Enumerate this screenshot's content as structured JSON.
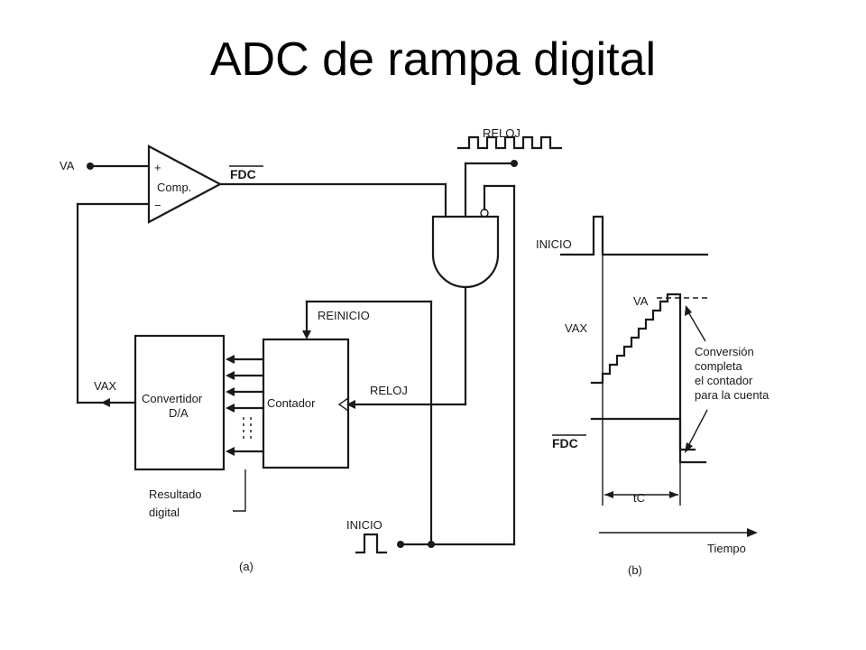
{
  "slide": {
    "title": "ADC de rampa digital"
  },
  "circuit": {
    "va": "VA",
    "comparator": "Comp.",
    "comp_plus": "+",
    "comp_minus": "−",
    "fdc": "FDC",
    "clock_top": "RELOJ",
    "reset": "REINICIO",
    "dac_line1": "Convertidor",
    "dac_line2": "D/A",
    "counter": "Contador",
    "clock_counter": "RELOJ",
    "vax": "VAX",
    "digital_result_line1": "Resultado",
    "digital_result_line2": "digital",
    "start": "INICIO",
    "caption": "(a)"
  },
  "timing": {
    "start": "INICIO",
    "va": "VA",
    "vax": "VAX",
    "note_line1": "Conversión",
    "note_line2": "completa",
    "note_line3": "el contador",
    "note_line4": "para la cuenta",
    "fdc": "FDC",
    "tc": "tC",
    "time": "Tiempo",
    "caption": "(b)"
  }
}
